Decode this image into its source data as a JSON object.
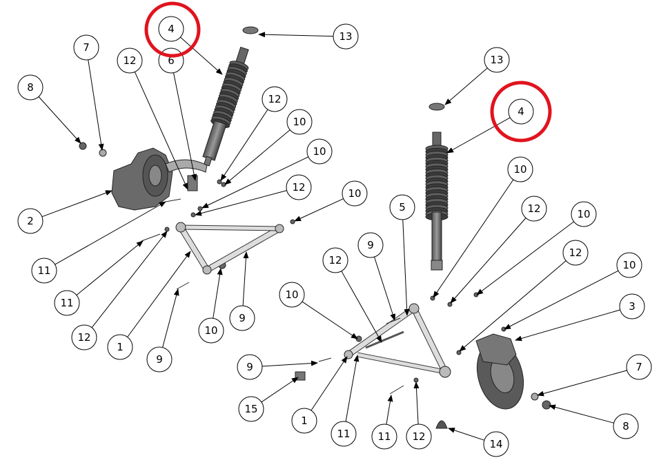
{
  "diagram": {
    "title": "Exploded suspension assembly",
    "highlight_color": "#e0141e",
    "left_assembly": {
      "balloons": [
        "4",
        "13",
        "7",
        "12",
        "6",
        "8",
        "12",
        "10",
        "10",
        "12",
        "10",
        "2",
        "11",
        "11",
        "12",
        "1",
        "9",
        "10",
        "9"
      ]
    },
    "right_assembly": {
      "balloons": [
        "13",
        "4",
        "10",
        "12",
        "10",
        "5",
        "9",
        "12",
        "12",
        "10",
        "10",
        "3",
        "7",
        "9",
        "15",
        "1",
        "11",
        "11",
        "12",
        "14",
        "8"
      ]
    }
  }
}
